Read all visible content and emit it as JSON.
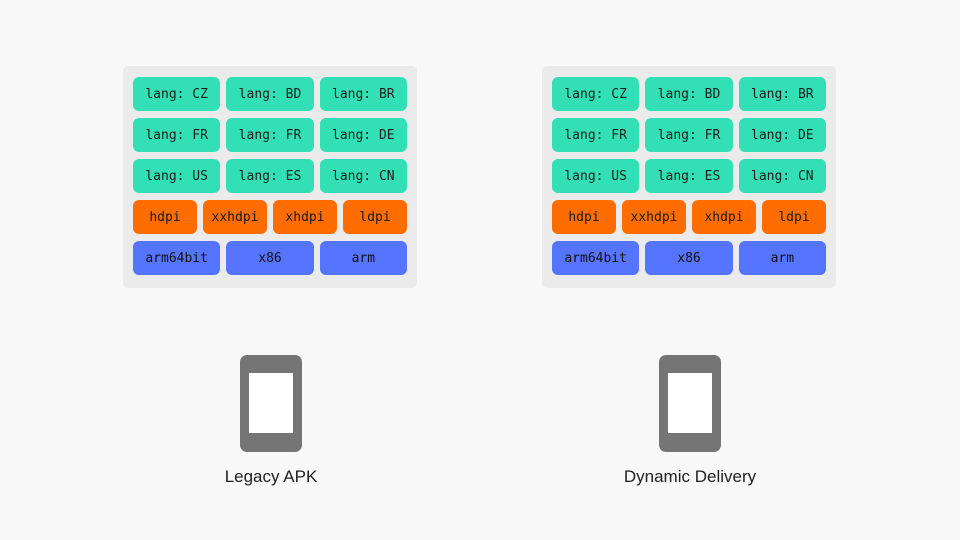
{
  "left": {
    "caption": "Legacy APK",
    "rows": [
      [
        "lang: CZ",
        "lang: BD",
        "lang: BR"
      ],
      [
        "lang: FR",
        "lang: FR",
        "lang: DE"
      ],
      [
        "lang: US",
        "lang: ES",
        "lang: CN"
      ],
      [
        "hdpi",
        "xxhdpi",
        "xhdpi",
        "ldpi"
      ],
      [
        "arm64bit",
        "x86",
        "arm"
      ]
    ]
  },
  "right": {
    "caption": "Dynamic Delivery",
    "rows": [
      [
        "lang: CZ",
        "lang: BD",
        "lang: BR"
      ],
      [
        "lang: FR",
        "lang: FR",
        "lang: DE"
      ],
      [
        "lang: US",
        "lang: ES",
        "lang: CN"
      ],
      [
        "hdpi",
        "xxhdpi",
        "xhdpi",
        "ldpi"
      ],
      [
        "arm64bit",
        "x86",
        "arm"
      ]
    ]
  },
  "colors": {
    "lang": "#33e0b5",
    "dpi": "#ff6d00",
    "abi": "#5574ff",
    "device": "#757575"
  },
  "icons": {
    "device": "phone-icon"
  }
}
